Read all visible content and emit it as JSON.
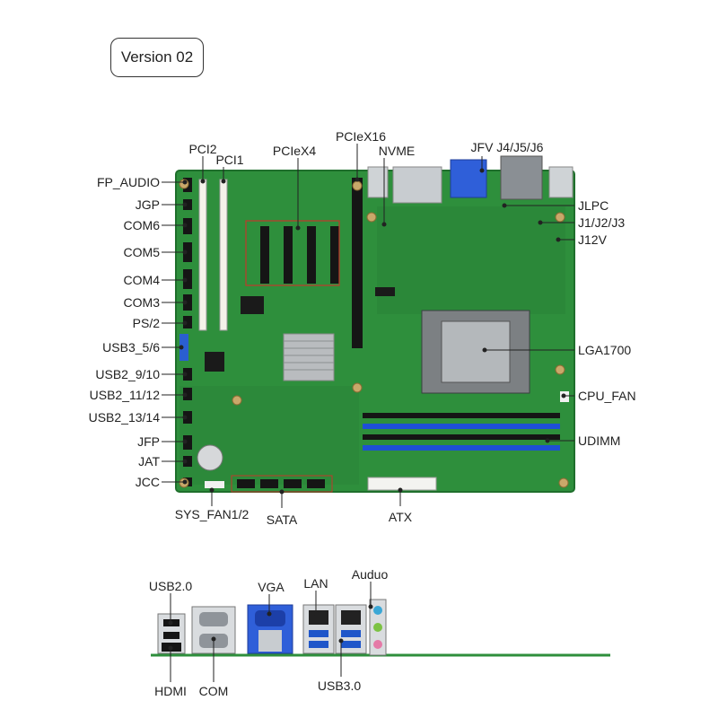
{
  "version_badge": "Version 02",
  "colors": {
    "pcb": "#2e8f3c",
    "pcb_dark": "#1f6f2c",
    "slot_black": "#151515",
    "dimm_blue": "#1e4fd6",
    "vga_blue": "#2f5fd9",
    "usb3_blue": "#1f56c9",
    "callout_line": "#222222",
    "highlight_red": "#c0392b"
  },
  "board_labels": {
    "left": [
      "FP_AUDIO",
      "JGP",
      "COM6",
      "COM5",
      "COM4",
      "COM3",
      "PS/2",
      "USB3_5/6",
      "USB2_9/10",
      "USB2_11/12",
      "USB2_13/14",
      "JFP",
      "JAT",
      "JCC"
    ],
    "top": [
      "PCI2",
      "PCI1",
      "PCIeX4",
      "PCIeX16",
      "NVME",
      "JFV J4/J5/J6"
    ],
    "right": [
      "JLPC",
      "J1/J2/J3",
      "J12V",
      "LGA1700",
      "CPU_FAN",
      "UDIMM"
    ],
    "bottom": [
      "SYS_FAN1/2",
      "SATA",
      "ATX"
    ]
  },
  "io_labels": {
    "top": [
      "USB2.0",
      "VGA",
      "LAN",
      "Auduo"
    ],
    "bottom": [
      "HDMI",
      "COM",
      "USB3.0"
    ]
  }
}
